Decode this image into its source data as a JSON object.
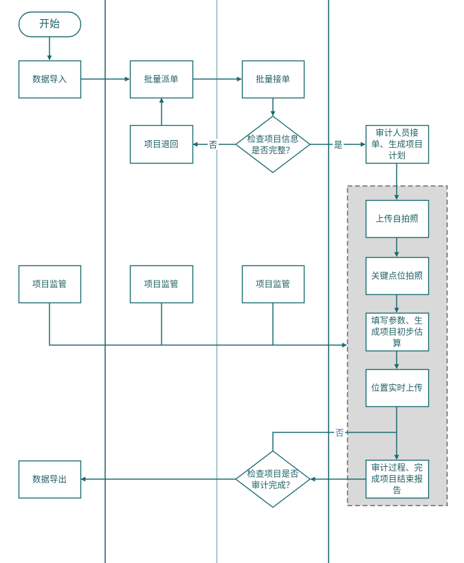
{
  "diagram": {
    "type": "swimlane-flowchart",
    "colors": {
      "stroke": "#1b6b6e",
      "lane_line": "#1b6b6e",
      "text": "#1f5f63",
      "group_fill": "#d9d9d9",
      "group_border": "#666666",
      "label_blue": "#4a78b5",
      "node_fill": "#ffffff"
    },
    "nodes": {
      "start": {
        "label": [
          "开始"
        ],
        "shape": "terminal"
      },
      "data_import": {
        "label": [
          "数据导入"
        ],
        "shape": "process"
      },
      "batch_dispatch": {
        "label": [
          "批量派单"
        ],
        "shape": "process"
      },
      "batch_accept": {
        "label": [
          "批量接单"
        ],
        "shape": "process"
      },
      "project_return": {
        "label": [
          "项目退回"
        ],
        "shape": "process"
      },
      "check_info": {
        "label": [
          "检查项目信息",
          "是否完整？"
        ],
        "shape": "decision"
      },
      "auditor_accept": {
        "label": [
          "审计人员接",
          "单、生成项目",
          "计划"
        ],
        "shape": "process"
      },
      "upload_selfie": {
        "label": [
          "上传自拍照"
        ],
        "shape": "process"
      },
      "keypoint_photo": {
        "label": [
          "关键点位拍照"
        ],
        "shape": "process"
      },
      "fill_params": {
        "label": [
          "填写参数、生",
          "成项目初步估",
          "算"
        ],
        "shape": "process"
      },
      "location_upload": {
        "label": [
          "位置实时上传"
        ],
        "shape": "process"
      },
      "audit_process": {
        "label": [
          "审计过程、完",
          "成项目结束报",
          "告"
        ],
        "shape": "process"
      },
      "supervise_1": {
        "label": [
          "项目监管"
        ],
        "shape": "process"
      },
      "supervise_2": {
        "label": [
          "项目监管"
        ],
        "shape": "process"
      },
      "supervise_3": {
        "label": [
          "项目监管"
        ],
        "shape": "process"
      },
      "check_done": {
        "label": [
          "检查项目是否",
          "审计完成？"
        ],
        "shape": "decision"
      },
      "data_export": {
        "label": [
          "数据导出"
        ],
        "shape": "process"
      }
    },
    "edges": [
      {
        "from": "start",
        "to": "data_import",
        "label": ""
      },
      {
        "from": "data_import",
        "to": "batch_dispatch",
        "label": ""
      },
      {
        "from": "batch_dispatch",
        "to": "batch_accept",
        "label": ""
      },
      {
        "from": "batch_accept",
        "to": "check_info",
        "label": ""
      },
      {
        "from": "check_info",
        "to": "project_return",
        "label": "否"
      },
      {
        "from": "project_return",
        "to": "batch_dispatch",
        "label": ""
      },
      {
        "from": "check_info",
        "to": "auditor_accept",
        "label": "是"
      },
      {
        "from": "auditor_accept",
        "to": "upload_selfie",
        "label": ""
      },
      {
        "from": "upload_selfie",
        "to": "keypoint_photo",
        "label": ""
      },
      {
        "from": "keypoint_photo",
        "to": "fill_params",
        "label": ""
      },
      {
        "from": "fill_params",
        "to": "location_upload",
        "label": ""
      },
      {
        "from": "location_upload",
        "to": "audit_process",
        "label": ""
      },
      {
        "from": "supervise_1",
        "to": "mobile_group",
        "label": ""
      },
      {
        "from": "supervise_2",
        "to": "mobile_group",
        "label": ""
      },
      {
        "from": "supervise_3",
        "to": "mobile_group",
        "label": ""
      },
      {
        "from": "audit_process",
        "to": "check_done",
        "label": ""
      },
      {
        "from": "check_done",
        "to": "audit_process",
        "label": "否"
      },
      {
        "from": "check_done",
        "to": "data_export",
        "label": ""
      }
    ],
    "edge_labels": {
      "no_1": "否",
      "yes_1": "是",
      "no_2": "否"
    }
  }
}
